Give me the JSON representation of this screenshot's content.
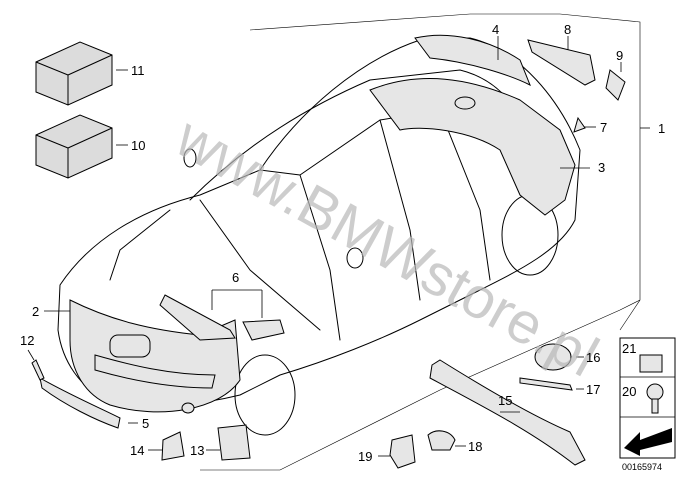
{
  "callouts": {
    "c1": "1",
    "c2": "2",
    "c3": "3",
    "c4": "4",
    "c5": "5",
    "c6": "6",
    "c7": "7",
    "c8": "8",
    "c9": "9",
    "c10": "10",
    "c11": "11",
    "c12": "12",
    "c13": "13",
    "c14": "14",
    "c15": "15",
    "c16": "16",
    "c17": "17",
    "c18": "18",
    "c19": "19",
    "c20": "20",
    "c21": "21"
  },
  "watermark": "www.BMWstore.pl",
  "diagram_id": "00165974",
  "colors": {
    "line": "#000000",
    "part_fill": "#e6e6e6",
    "watermark": "#b8b8b8"
  }
}
